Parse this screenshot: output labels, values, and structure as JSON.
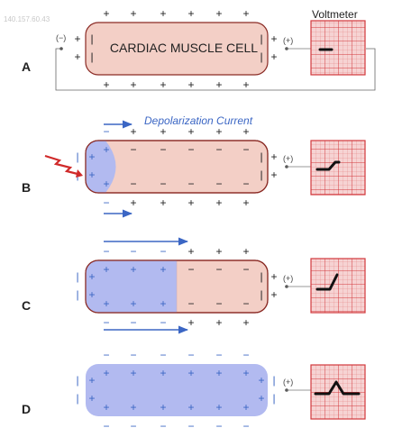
{
  "watermark": "140.157.60.43",
  "voltmeter_title": "Voltmeter",
  "cell_title": "CARDIAC MUSCLE CELL",
  "depolarization_label": "Depolarization Current",
  "electrode_negative": "(−)",
  "electrode_positive": "(+)",
  "panels": [
    {
      "label": "A",
      "trace": "flat",
      "depolarized_fraction": 0
    },
    {
      "label": "B",
      "trace": "small-rise",
      "depolarized_fraction": 0.15
    },
    {
      "label": "C",
      "trace": "steep-rise",
      "depolarized_fraction": 0.5
    },
    {
      "label": "D",
      "trace": "peak",
      "depolarized_fraction": 1
    }
  ],
  "colors": {
    "cell_fill": "#f3cfc6",
    "cell_stroke": "#8a2a24",
    "depolarized_fill": "#b2baf0",
    "arrow_blue": "#3b66c4",
    "grid_red": "#d2383c",
    "grid_bg": "#f6d3d3",
    "spark_red": "#d02a2a"
  }
}
